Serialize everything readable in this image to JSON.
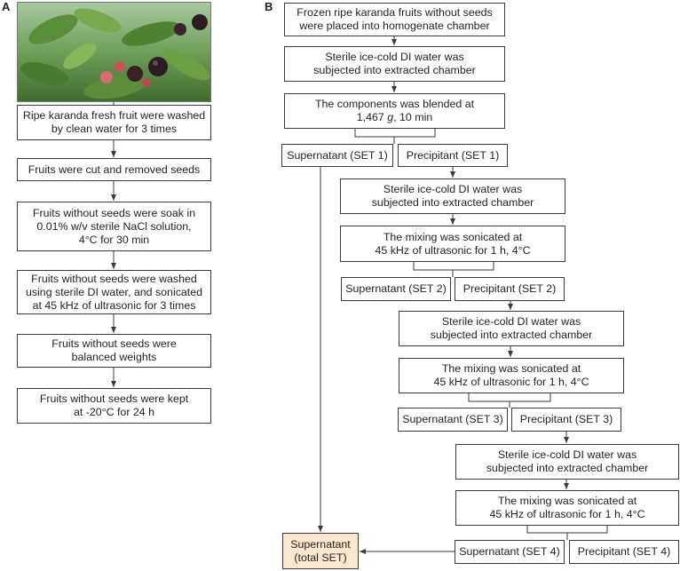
{
  "panel_a": {
    "label": "A",
    "steps": [
      "Ripe karanda fresh fruit were washed\nby clean water for 3 times",
      "Fruits were cut and removed seeds",
      "Fruits without seeds were soak in\n0.01% w/v sterile NaCl solution,\n4°C for 30 min",
      "Fruits without seeds were washed\nusing sterile DI water, and sonicated\nat 45 kHz of ultrasonic for 3 times",
      "Fruits without seeds were\nbalanced weights",
      "Fruits without seeds were kept\nat -20°C for 24 h"
    ]
  },
  "panel_b": {
    "label": "B",
    "start": "Frozen ripe karanda fruits without seeds\nwere placed into homogenate chamber",
    "water": "Sterile ice-cold DI water was\nsubjected into extracted chamber",
    "blend": "The components was blended at\n1,467 g, 10 min",
    "sonicate": "The mixing was sonicated at\n45 kHz of ultrasonic for 1 h, 4°C",
    "sets": [
      {
        "supernatant": "Supernatant (SET 1)",
        "precipitant": "Precipitant (SET 1)"
      },
      {
        "supernatant": "Supernatant (SET 2)",
        "precipitant": "Precipitant (SET 2)"
      },
      {
        "supernatant": "Supernatant (SET 3)",
        "precipitant": "Precipitant (SET 3)"
      },
      {
        "supernatant": "Supernatant (SET 4)",
        "precipitant": "Precipitant (SET 4)"
      }
    ],
    "final": "Supernatant\n(total SET)"
  },
  "colors": {
    "final_fill": "#fbe7cf",
    "line": "#3a3a3a"
  }
}
